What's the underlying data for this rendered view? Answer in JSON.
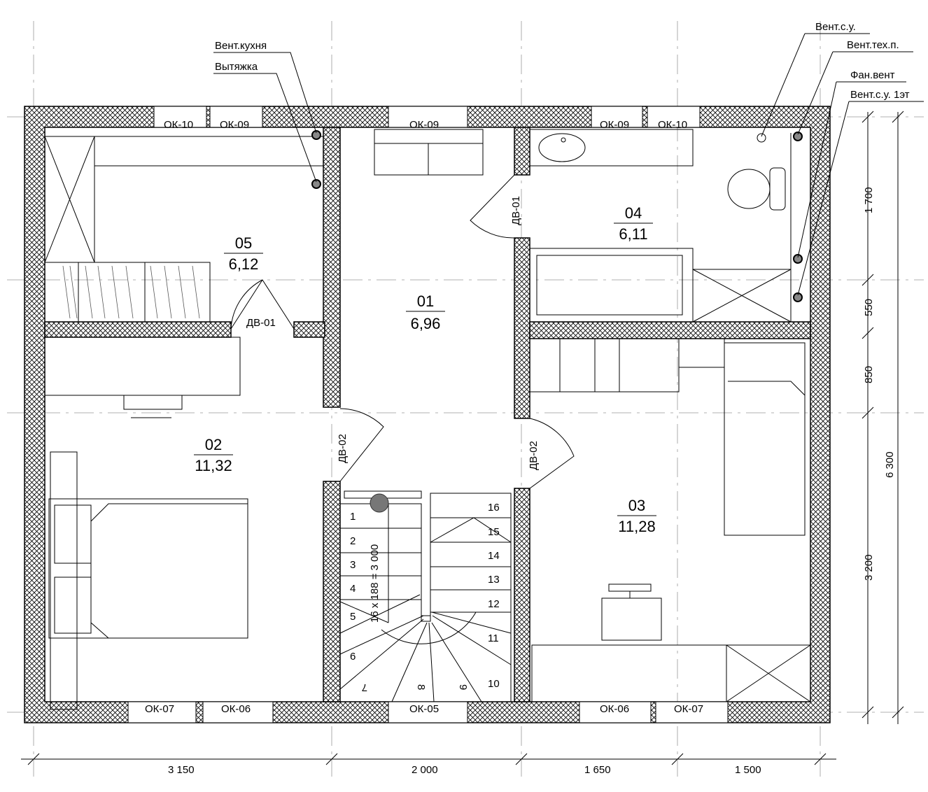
{
  "rooms": [
    {
      "num": "01",
      "area": "6,96"
    },
    {
      "num": "02",
      "area": "11,32"
    },
    {
      "num": "03",
      "area": "11,28"
    },
    {
      "num": "04",
      "area": "6,11"
    },
    {
      "num": "05",
      "area": "6,12"
    }
  ],
  "windows_top": [
    "ОК-10",
    "ОК-09",
    "ОК-09",
    "ОК-09",
    "ОК-10"
  ],
  "windows_bottom": [
    "ОК-07",
    "ОК-06",
    "ОК-05",
    "ОК-06",
    "ОК-07"
  ],
  "doors": [
    "ДВ-01",
    "ДВ-01",
    "ДВ-02",
    "ДВ-02"
  ],
  "leaders": {
    "kitchen_vent": "Вент.кухня",
    "hood": "Вытяжка",
    "bath_vent": "Вент.с.у.",
    "tech_vent": "Вент.тех.п.",
    "fan_vent": "Фан.вент",
    "bath_vent_1": "Вент.с.у. 1эт"
  },
  "stair": {
    "formula": "16 x 188 = 3 000",
    "steps": [
      "1",
      "2",
      "3",
      "4",
      "5",
      "6",
      "7",
      "8",
      "9",
      "10",
      "11",
      "12",
      "13",
      "14",
      "15",
      "16"
    ]
  },
  "dims_bottom": [
    "3 150",
    "2 000",
    "1 650",
    "1 500"
  ],
  "dims_right": [
    "1 700",
    "550",
    "850",
    "3 200"
  ],
  "dim_total": "6 300"
}
